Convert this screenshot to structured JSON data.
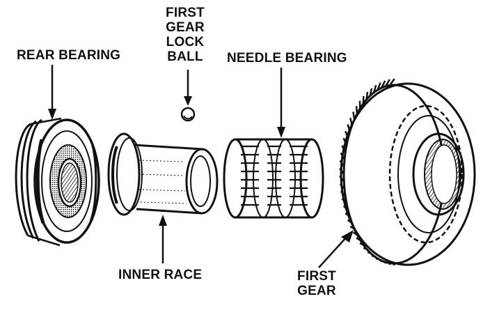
{
  "labels": {
    "rear_bearing": "REAR BEARING",
    "lock_ball_line1": "FIRST",
    "lock_ball_line2": "GEAR",
    "lock_ball_line3": "LOCK",
    "lock_ball_line4": "BALL",
    "needle_bearing": "NEEDLE BEARING",
    "inner_race": "INNER RACE",
    "first_gear_line1": "FIRST",
    "first_gear_line2": "GEAR"
  },
  "colors": {
    "ink": "#111111",
    "background": "#ffffff"
  }
}
